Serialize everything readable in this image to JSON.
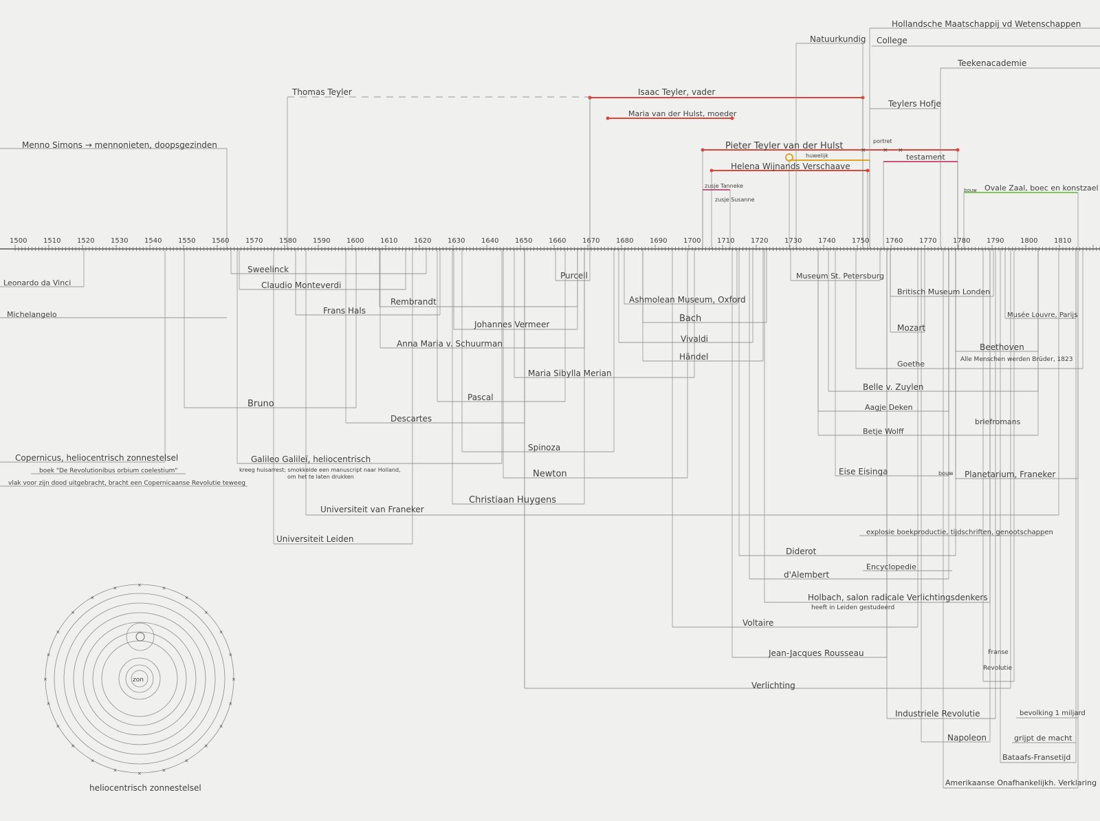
{
  "axis": {
    "years": [
      "1500",
      "1510",
      "1520",
      "1530",
      "1540",
      "1550",
      "1560",
      "1570",
      "1580",
      "1590",
      "1600",
      "1610",
      "1620",
      "1630",
      "1640",
      "1650",
      "1660",
      "1670",
      "1680",
      "1690",
      "1700",
      "1710",
      "1720",
      "1730",
      "1740",
      "1750",
      "1760",
      "1770",
      "1780",
      "1790",
      "1800",
      "1810"
    ]
  },
  "labels": [
    "Menno Simons → mennonieten, doopsgezinden",
    "Thomas Teyler",
    "Isaac Teyler, vader",
    "Maria van der Hulst, moeder",
    "Pieter Teyler van der Hulst",
    "huwelijk",
    "Helena Wijnands Verschaave",
    "zusje Tanneke",
    "zusje Susanne",
    "portret",
    "testament",
    "Natuurkundig",
    "Hollandsche Maatschappij vd Wetenschappen",
    "College",
    "Teekenacademie",
    "Teylers Hofje",
    "bouw",
    "Ovale Zaal, boec en konstzael",
    "Leonardo da Vinci",
    "Michelangelo",
    "Sweelinck",
    "Claudio Monteverdi",
    "Frans Hals",
    "Rembrandt",
    "Johannes Vermeer",
    "Anna Maria v. Schuurman",
    "Purcell",
    "Maria Sibylla Merian",
    "Bruno",
    "Pascal",
    "Descartes",
    "Spinoza",
    "Newton",
    "Christiaan Huygens",
    "Galileo Galileï, heliocentrisch",
    "kreeg huisarrest; smokkelde een manuscript naar Holland,",
    "om het te laten drukken",
    "Copernicus, heliocentrisch zonnestelsel",
    "boek \"De Revolutionibus orbium coelestium\"",
    "vlak voor zijn dood uitgebracht, bracht een Copernicaanse Revolutie teweeg",
    "Universiteit van Franeker",
    "Universiteit Leiden",
    "Ashmolean Museum, Oxford",
    "Bach",
    "Vivaldi",
    "Händel",
    "Museum St. Petersburg",
    "Britisch Museum Londen",
    "Musée Louvre, Parijs",
    "Mozart",
    "Beethoven",
    "Alle Menschen werden Brüder, 1823",
    "Goethe",
    "Belle v. Zuylen",
    "Aagje Deken",
    "briefromans",
    "Betje Wolff",
    "Eise Eisinga",
    "bouw",
    "Planetarium, Franeker",
    "explosie boekproductie, tijdschriften, genootschappen",
    "Diderot",
    "Encyclopedie",
    "d'Alembert",
    "Holbach, salon radicale Verlichtingsdenkers",
    "heeft in Leiden gestudeerd",
    "Voltaire",
    "Jean-Jacques Rousseau",
    "Franse",
    "Revolutie",
    "Verlichting",
    "Industriele Revolutie",
    "bevolking 1 miljard",
    "Napoleon",
    "grijpt de macht",
    "Bataafs-Fransetijd",
    "Amerikaanse Onafhankelijkh. Verklaring"
  ],
  "orbit_diagram": {
    "center_label": "zon",
    "caption": "heliocentrisch zonnestelsel"
  },
  "colors": {
    "pencil": "#7a7a7a",
    "red": "#d8473b",
    "orange": "#e2a423",
    "pink": "#c55580",
    "green": "#82c85e"
  }
}
